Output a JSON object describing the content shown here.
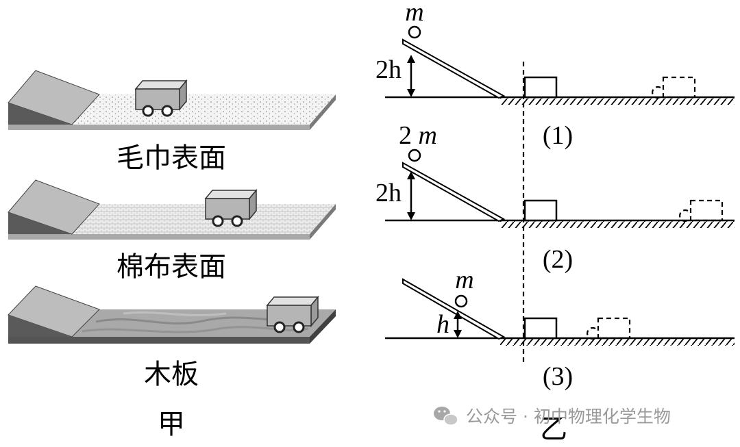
{
  "figure_jia": {
    "panels": [
      {
        "surface": "towel",
        "label": "毛巾表面"
      },
      {
        "surface": "cotton-cloth",
        "label": "棉布表面"
      },
      {
        "surface": "wood-board",
        "label": "木板"
      }
    ],
    "caption": "甲"
  },
  "figure_yi": {
    "experiments": [
      {
        "mass_label": "m",
        "height_label": "2h",
        "number_label": "(1)"
      },
      {
        "mass_label": "2m",
        "height_label": "2h",
        "number_label": "(2)"
      },
      {
        "mass_label": "m",
        "height_label": "h",
        "number_label": "(3)"
      }
    ],
    "caption": "乙"
  },
  "watermark": {
    "icon": "wechat-icon",
    "text": "公众号 · 初中物理化学生物"
  },
  "colors": {
    "line": "#000000",
    "ramp_top": "#bdbdbd",
    "ramp_side": "#5a5a5a",
    "board_edge": "#6a6a6a",
    "cart_body": "#b5b5b5",
    "watermark": "#9a9a9a"
  }
}
